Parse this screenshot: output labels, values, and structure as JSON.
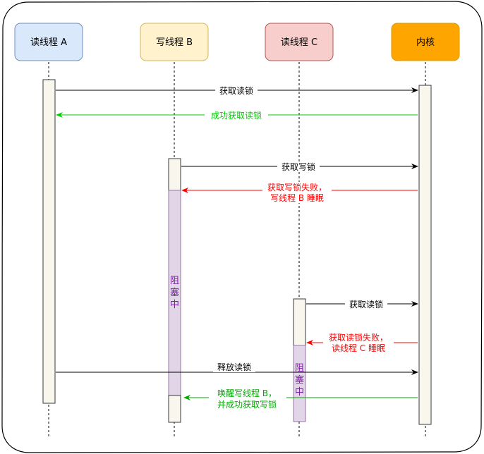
{
  "participants": [
    {
      "id": "a",
      "label": "读线程 A",
      "fill": "#dae8fc",
      "stroke": "#6c8ebf"
    },
    {
      "id": "b",
      "label": "写线程 B",
      "fill": "#fff2cc",
      "stroke": "#d6b656"
    },
    {
      "id": "c",
      "label": "读线程 C",
      "fill": "#f8cecc",
      "stroke": "#b85450"
    },
    {
      "id": "k",
      "label": "内核",
      "fill": "#ffa500",
      "stroke": "#d79b00"
    }
  ],
  "messages": {
    "m1": {
      "text": "获取读锁",
      "color": "#000000"
    },
    "m2": {
      "text": "成功获取读锁",
      "color": "#00cc00"
    },
    "m3": {
      "text": "获取写锁",
      "color": "#000000"
    },
    "m4": {
      "line1": "获取写锁失败，",
      "line2": "写线程 B 睡眠",
      "color": "#ff0000"
    },
    "m5": {
      "text": "获取读锁",
      "color": "#000000"
    },
    "m6": {
      "line1": "获取读锁失败，",
      "line2": "读线程 C 睡眠",
      "color": "#ff0000"
    },
    "m7": {
      "text": "释放读锁",
      "color": "#000000"
    },
    "m8": {
      "line1": "唤醒写线程 B，",
      "line2": "并成功获取写锁",
      "color": "#00aa00"
    }
  },
  "blocked": {
    "b": {
      "chars": [
        "阻",
        "塞",
        "中"
      ],
      "fill": "#e1d5e7",
      "stroke": "#9673a6",
      "text_color": "#7b1fa2"
    },
    "c": {
      "chars": [
        "阻",
        "塞",
        "中"
      ],
      "fill": "#e1d5e7",
      "stroke": "#9673a6",
      "text_color": "#7b1fa2"
    }
  },
  "colors": {
    "activation_fill": "#f9f7ed",
    "activation_stroke": "#36393d",
    "frame_stroke": "#000000"
  }
}
